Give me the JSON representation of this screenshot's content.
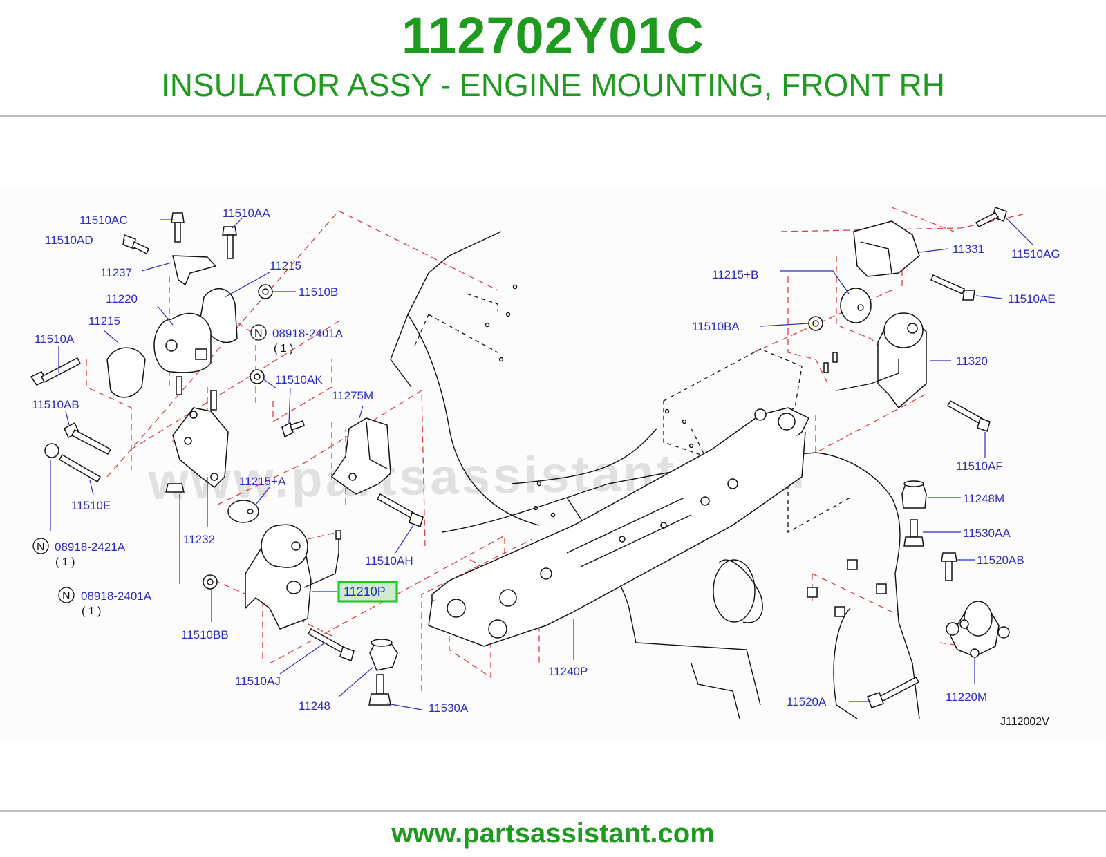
{
  "header": {
    "part_number": "112702Y01C",
    "part_title": "INSULATOR ASSY - ENGINE MOUNTING, FRONT RH"
  },
  "diagram": {
    "watermark": "www.partsassistant.com",
    "reference_code": "J112002V",
    "highlighted_part": "11210P",
    "labels": {
      "p11510AC": "11510AC",
      "p11510AA": "11510AA",
      "p11510AD": "11510AD",
      "p11237": "11237",
      "p11215_top": "11215",
      "p11510B": "11510B",
      "p11220": "11220",
      "p11215_left": "11215",
      "p08918_2401A_top": "08918-2401A",
      "qty_top": "( 1 )",
      "p11510A": "11510A",
      "p11510AK": "11510AK",
      "p11275M": "11275M",
      "p11510AB": "11510AB",
      "p11215A": "11215+A",
      "p11510E": "11510E",
      "p11232": "11232",
      "p08918_2421A": "08918-2421A",
      "qty_mid": "( 1 )",
      "p08918_2401A_bottom": "08918-2401A",
      "qty_bottom": "( 1 )",
      "p11510AH": "11510AH",
      "p11210P": "11210P",
      "p11510BB": "11510BB",
      "p11510AJ": "11510AJ",
      "p11248": "11248",
      "p11530A": "11530A",
      "p11240P": "11240P",
      "p11331": "11331",
      "p11510AG": "11510AG",
      "p11215B": "11215+B",
      "p11510AE": "11510AE",
      "p11510BA": "11510BA",
      "p11320": "11320",
      "p11510AF": "11510AF",
      "p11248M": "11248M",
      "p11530AA": "11530AA",
      "p11520AB": "11520AB",
      "p11520A": "11520A",
      "p11220M": "11220M"
    },
    "n_symbol": "N"
  },
  "footer": {
    "url": "www.partsassistant.com"
  },
  "colors": {
    "brand_green": "#1e9a1e",
    "label_blue": "#2b2bc4",
    "dash_red": "#e23c3c"
  }
}
